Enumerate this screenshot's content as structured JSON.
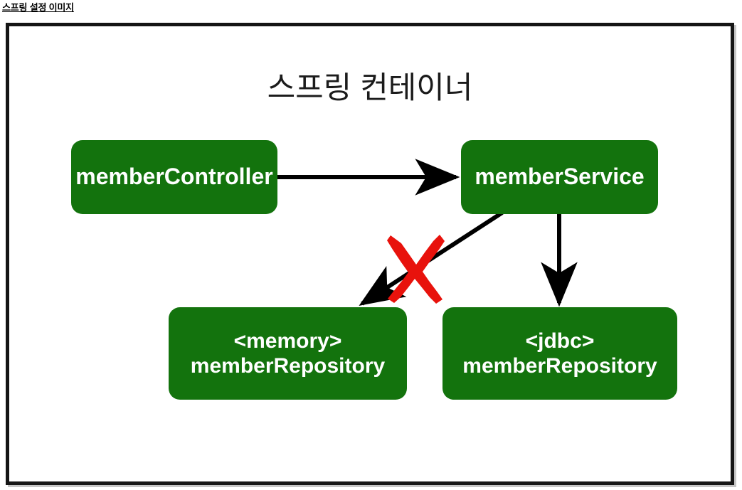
{
  "page": {
    "header_label": "스프링 설정 이미지"
  },
  "diagram": {
    "title": "스프링 컨테이너",
    "colors": {
      "node_fill": "#13730D",
      "node_text": "#FFFFFF",
      "edge": "#000000",
      "cross": "#E8120C",
      "frame_border": "#151515",
      "background": "#FFFFFF"
    },
    "nodes": [
      {
        "id": "memberController",
        "line1": "memberController",
        "line2": ""
      },
      {
        "id": "memberService",
        "line1": "memberService",
        "line2": ""
      },
      {
        "id": "memoryMemberRepository",
        "line1": "<memory>",
        "line2": "memberRepository"
      },
      {
        "id": "jdbcMemberRepository",
        "line1": "<jdbc>",
        "line2": "memberRepository"
      }
    ],
    "edges": [
      {
        "id": "controller-to-service",
        "from": "memberController",
        "to": "memberService",
        "style": "solid-arrow",
        "crossed_out": false
      },
      {
        "id": "service-to-memory",
        "from": "memberService",
        "to": "memoryMemberRepository",
        "style": "solid-arrow",
        "crossed_out": true
      },
      {
        "id": "service-to-jdbc",
        "from": "memberService",
        "to": "jdbcMemberRepository",
        "style": "solid-arrow",
        "crossed_out": false
      }
    ],
    "annotations": [
      {
        "id": "red-x",
        "symbol": "X",
        "meaning": "disabled-connection"
      }
    ]
  }
}
